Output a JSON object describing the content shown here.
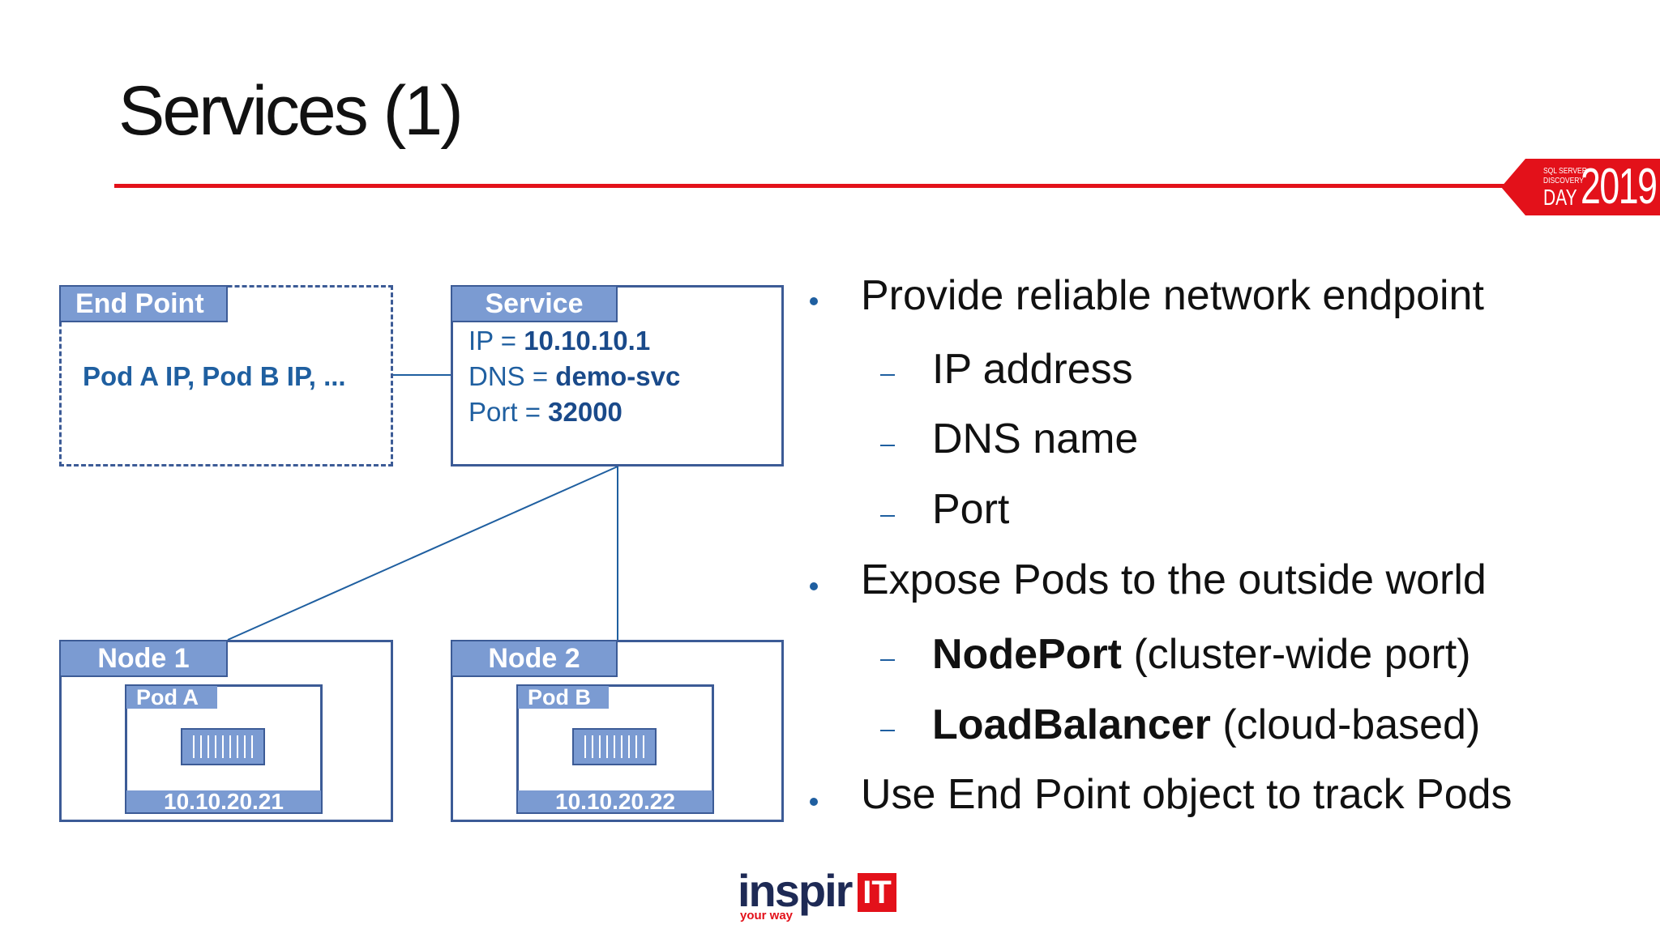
{
  "slide": {
    "title": "Services (1)"
  },
  "event_badge": {
    "line1": "SQL SERVER",
    "line2": "DISCOVERY",
    "day": "DAY",
    "year": "2019"
  },
  "diagram": {
    "endpoint": {
      "label": "End Point",
      "content": "Pod A IP, Pod B IP, ..."
    },
    "service": {
      "label": "Service",
      "ip_key": "IP = ",
      "ip_value": "10.10.10.1",
      "dns_key": "DNS = ",
      "dns_value": "demo-svc",
      "port_key": "Port = ",
      "port_value": "32000"
    },
    "nodes": [
      {
        "label": "Node 1",
        "pod_label": "Pod A",
        "pod_ip": "10.10.20.21"
      },
      {
        "label": "Node 2",
        "pod_label": "Pod B",
        "pod_ip": "10.10.20.22"
      }
    ],
    "colors": {
      "border": "#3c5b96",
      "tab_fill": "#7b9bd2",
      "text_blue": "#1f5fa0",
      "connector": "#1f5fa0"
    }
  },
  "bullets": [
    {
      "text": "Provide reliable network endpoint",
      "sub": [
        {
          "bold": "",
          "text": "IP address"
        },
        {
          "bold": "",
          "text": "DNS name"
        },
        {
          "bold": "",
          "text": "Port"
        }
      ]
    },
    {
      "text": "Expose Pods to the outside world",
      "sub": [
        {
          "bold": "NodePort",
          "text": " (cluster-wide port)"
        },
        {
          "bold": "LoadBalancer",
          "text": " (cloud-based)"
        }
      ]
    },
    {
      "text": "Use End Point object to track Pods",
      "sub": []
    }
  ],
  "logo": {
    "word": "inspir",
    "mark": "IT",
    "tagline": "your way"
  },
  "accent_color": "#e3111a"
}
